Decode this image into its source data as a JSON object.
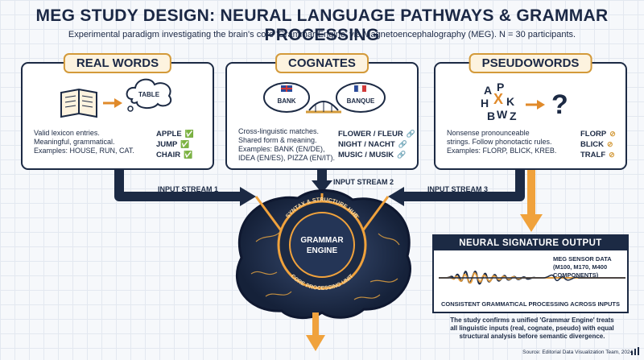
{
  "title": "MEG STUDY DESIGN: NEURAL LANGUAGE PATHWAYS & GRAMMAR PROCESSING",
  "subtitle": "Experimental paradigm investigating the brain's core 'Grammar Engine' via Magnetoencephalography (MEG). N = 30 participants.",
  "panels": [
    {
      "title": "REAL WORDS",
      "bubble": "TABLE",
      "desc": [
        "Valid lexicon entries.",
        "Meaningful, grammatical.",
        "Examples: HOUSE, RUN, CAT."
      ],
      "examples": [
        {
          "word": "APPLE",
          "icon": "check-circle-icon"
        },
        {
          "word": "JUMP",
          "icon": "check-circle-icon"
        },
        {
          "word": "CHAIR",
          "icon": "check-circle-icon"
        }
      ]
    },
    {
      "title": "COGNATES",
      "bubble_left": "BANK",
      "bubble_right": "BANQUE",
      "desc": [
        "Cross-linguistic matches.",
        "Shared form & meaning.",
        "Examples: BANK (EN/DE),",
        "IDEA (EN/ES), PIZZA (EN/IT)."
      ],
      "examples": [
        {
          "word": "FLOWER / FLEUR",
          "icon": "link-icon"
        },
        {
          "word": "NIGHT / NACHT",
          "icon": "link-icon"
        },
        {
          "word": "MUSIC / MUSIK",
          "icon": "link-icon"
        }
      ]
    },
    {
      "title": "PSEUDOWORDS",
      "letters": [
        "A",
        "P",
        "H",
        "K",
        "X",
        "B",
        "W",
        "Z"
      ],
      "question": "?",
      "desc": [
        "Nonsense pronounceable",
        "strings. Follow phonotactic rules.",
        "Examples: FLORP, BLICK, KREB."
      ],
      "examples": [
        {
          "word": "FLORP",
          "icon": "slash-circle-icon"
        },
        {
          "word": "BLICK",
          "icon": "slash-circle-icon"
        },
        {
          "word": "TRALF",
          "icon": "slash-circle-icon"
        }
      ]
    }
  ],
  "streams": [
    "INPUT STREAM 1",
    "INPUT STREAM 2",
    "INPUT STREAM 3"
  ],
  "brain": {
    "top_arc": "SYNTAX & STRUCTURE HUB",
    "center": [
      "GRAMMAR",
      "ENGINE"
    ],
    "bottom_arc": "CORE PROCESSING UNIT"
  },
  "signature": {
    "heading": "NEURAL SIGNATURE OUTPUT",
    "sensor": [
      "MEG SENSOR DATA",
      "(M100, M170, M400 COMPONENTS)"
    ],
    "caption": "CONSISTENT GRAMMATICAL PROCESSING ACROSS INPUTS"
  },
  "conclusion": [
    "The study confirms a unified 'Grammar Engine' treats",
    "all linguistic inputs (real, cognate, pseudo) with equal",
    "structural analysis before semantic divergence."
  ],
  "source": "Source: Editorial Data Visualization Team, 2024.",
  "colors": {
    "navy": "#1c2a44",
    "gold": "#d39a3a",
    "orange": "#f0a23c"
  }
}
